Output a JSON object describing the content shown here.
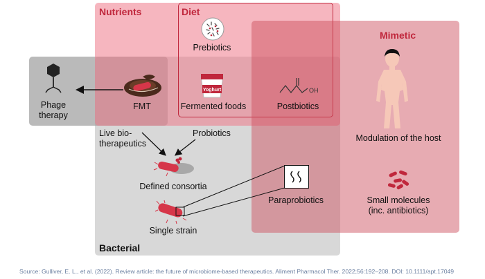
{
  "regions": {
    "nutrients": "Nutrients",
    "diet": "Diet",
    "mimetic": "Mimetic",
    "bacterial": "Bacterial"
  },
  "labels": {
    "prebiotics": "Prebiotics",
    "phage_therapy_line1": "Phage",
    "phage_therapy_line2": "therapy",
    "fmt": "FMT",
    "fermented_foods": "Fermented foods",
    "postbiotics": "Postbiotics",
    "modulation": "Modulation of the host",
    "live_bio_line1": "Live bio-",
    "live_bio_line2": "therapeutics",
    "probiotics": "Probiotics",
    "defined_consortia": "Defined consortia",
    "paraprobiotics": "Paraprobiotics",
    "small_molecules_line1": "Small molecules",
    "small_molecules_line2": "(inc. antibiotics)",
    "single_strain": "Single strain",
    "yoghurt": "Yoghurt",
    "oh_group": "OH"
  },
  "source": "Source: Gulliver, E. L., et al. (2022). Review article: the future of microbiome-based therapeutics. Aliment Pharmacol Ther. 2022;56:192–208. DOI: 10.1111/apt.17049",
  "colors": {
    "accent_red": "#c0273c",
    "nutrients_pink": "#ee7a8a",
    "mimetic_rose": "#cd505f",
    "bacterial_grey": "#d8d8d8",
    "phage_grey": "#a0a0a0"
  }
}
